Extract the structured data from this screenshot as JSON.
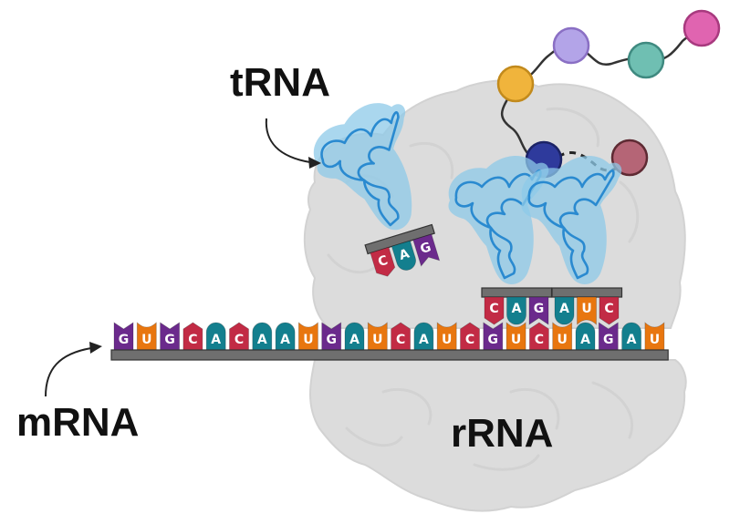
{
  "labels": {
    "trna": "tRNA",
    "mrna": "mRNA",
    "rrna": "rRNA"
  },
  "colors": {
    "G": "#6b2a8c",
    "U": "#e8760f",
    "C": "#c22b45",
    "A": "#137f8e",
    "backbone": "#6f6f6f",
    "ribosome": "#dcdcdc",
    "ribosome_dark": "#cfcfcf",
    "trna_glow": "#8ecae8",
    "trna_line": "#2a8ad0",
    "text": "#111111"
  },
  "mrna": {
    "sequence": [
      "G",
      "U",
      "G",
      "C",
      "A",
      "C",
      "A",
      "A",
      "U",
      "G",
      "A",
      "U",
      "C",
      "A",
      "U",
      "C",
      "G",
      "U",
      "C",
      "U",
      "A",
      "G",
      "A",
      "U"
    ]
  },
  "trnas": [
    {
      "id": "free-trna",
      "anticodon": [
        "C",
        "A",
        "G"
      ],
      "state": "incoming"
    },
    {
      "id": "p-site-trna",
      "anticodon": [
        "C",
        "A",
        "G"
      ],
      "state": "bound",
      "pairs_with_codon_index": 16
    },
    {
      "id": "a-site-trna",
      "anticodon": [
        "A",
        "U",
        "C"
      ],
      "state": "bound",
      "pairs_with_codon_index": 19
    }
  ],
  "peptide_chain": {
    "amino_acids": [
      {
        "color": "#2e3a9c",
        "border": "#1b2366"
      },
      {
        "color": "#f0b43c",
        "border": "#c28a1c"
      },
      {
        "color": "#b3a4e8",
        "border": "#8a6fc4"
      },
      {
        "color": "#6fbfb2",
        "border": "#3f8a80"
      },
      {
        "color": "#e064b0",
        "border": "#a83a7f"
      }
    ],
    "incoming_amino_acid": {
      "color": "#b56576",
      "border": "#5e2a33"
    }
  }
}
